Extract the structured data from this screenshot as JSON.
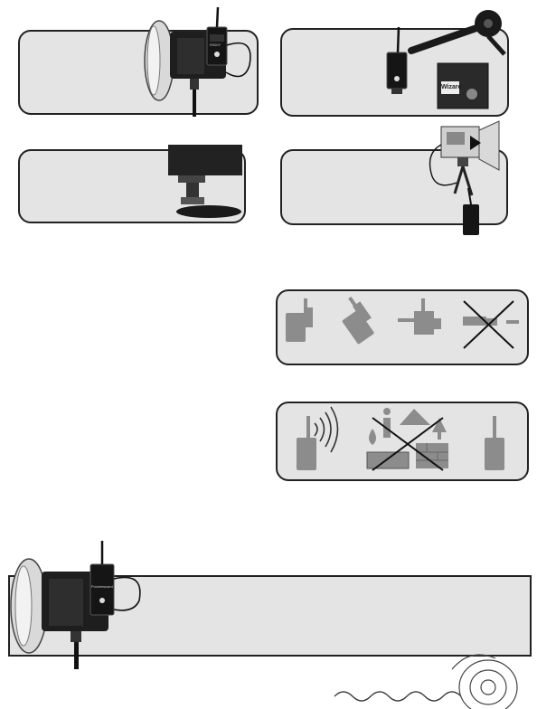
{
  "device_text": {
    "trigger_brand": "RSDIY",
    "logo_text": "Wizard",
    "trigger_sub": "Pocketwizard"
  },
  "colors": {
    "panel_fill": "#e4e4e4",
    "border": "#222222",
    "icon_gray": "#8c8c8c",
    "device_dark": "#1e1e1e",
    "reflector_light": "#d9d9d9"
  },
  "icons": [
    "flash-reflector-icon",
    "radio-trigger-icon",
    "mounting-arm-icon",
    "hot-shoe-icon",
    "orientation-icons",
    "signal-waves-icon",
    "obstruction-icons",
    "wave-decoration-icon"
  ]
}
